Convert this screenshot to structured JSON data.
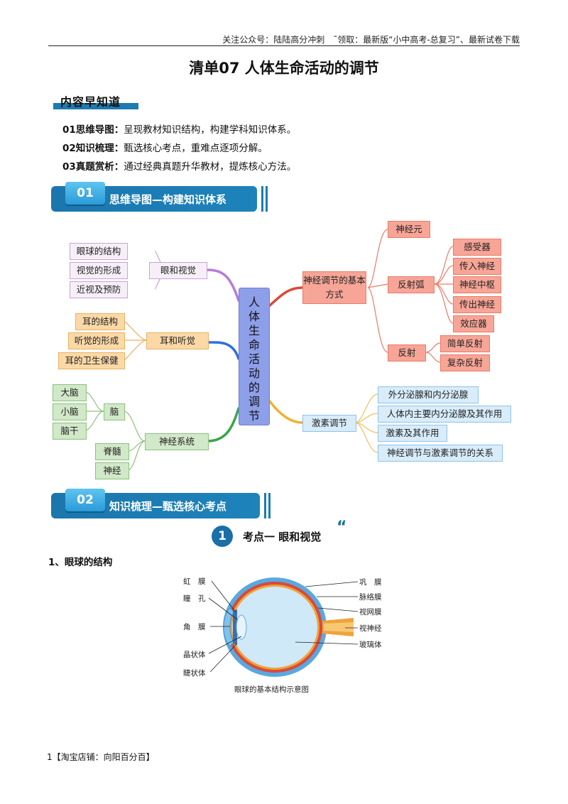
{
  "header": "关注公众号：陆陆高分冲刺　˜领取：最新版“小中高考-总复习”、最新试卷下载",
  "title": "清单07  人体生命活动的调节",
  "ribbon": "内容早知道",
  "intro": [
    {
      "label": "01思维导图：",
      "text": "呈现教材知识结构，构建学科知识体系。"
    },
    {
      "label": "02知识梳理：",
      "text": "甄选核心考点，重难点逐项分解。"
    },
    {
      "label": "03真题赏析：",
      "text": "通过经典真题升华教材，提炼核心方法。"
    }
  ],
  "section1": {
    "num": "01",
    "title": "思维导图—构建知识体系"
  },
  "section2": {
    "num": "02",
    "title": "知识梳理—甄选核心考点"
  },
  "mindmap": {
    "center": "人体生命活动的调节",
    "eye": {
      "label": "眼和视觉",
      "children": [
        "眼球的结构",
        "视觉的形成",
        "近视及预防"
      ]
    },
    "ear": {
      "label": "耳和听觉",
      "children": [
        "耳的结构",
        "听觉的形成",
        "耳的卫生保健"
      ]
    },
    "nerve": {
      "label": "神经系统",
      "brain": "脑",
      "brain_children": [
        "大脑",
        "小脑",
        "脑干"
      ],
      "others": [
        "脊髓",
        "神经"
      ]
    },
    "basic": {
      "label": "神经调节的基本方式",
      "neuron": "神经元",
      "arc": "反射弧",
      "arc_children": [
        "感受器",
        "传入神经",
        "神经中枢",
        "传出神经",
        "效应器"
      ],
      "reflex": "反射",
      "reflex_children": [
        "简单反射",
        "复杂反射"
      ]
    },
    "hormone": {
      "label": "激素调节",
      "children": [
        "外分泌腺和内分泌腺",
        "人体内主要内分泌腺及其作用",
        "激素及其作用",
        "神经调节与激素调节的关系"
      ]
    }
  },
  "keypoint": {
    "num": "1",
    "title": "考点一  眼和视觉",
    "quote": "“"
  },
  "subheading": "1、眼球的结构",
  "eye_diagram": {
    "left_labels": [
      "虹　膜",
      "瞳　孔",
      "角　膜",
      "晶状体",
      "睫状体"
    ],
    "right_labels": [
      "巩　膜",
      "脉络膜",
      "视网膜",
      "视神经",
      "玻璃体"
    ],
    "caption": "眼球的基本结构示意图",
    "colors": {
      "sclera": "#5aa8e0",
      "choroid": "#d84a3c",
      "retina": "#f0a33a",
      "vitreous": "#cfe9f8"
    }
  },
  "footer": "1【淘宝店铺：向阳百分百】"
}
